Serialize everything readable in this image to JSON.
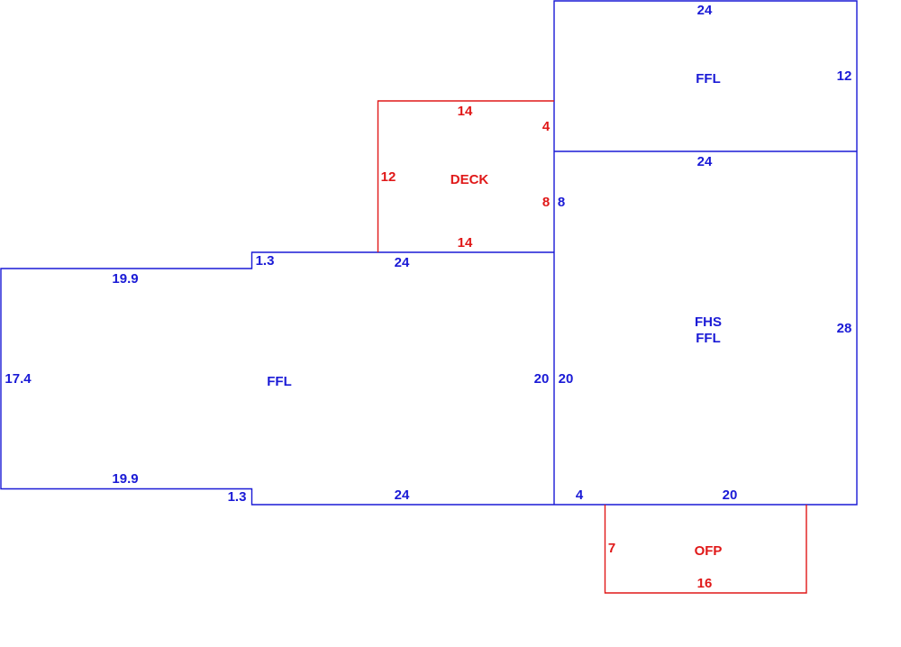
{
  "colors": {
    "living": "#1a1ad6",
    "exterior": "#e01818",
    "background": "#ffffff"
  },
  "labels": {
    "upper_ffl": "FFL",
    "deck": "DECK",
    "left_ffl": "FFL",
    "right_fhs": "FHS",
    "right_ffl": "FFL",
    "ofp": "OFP"
  },
  "dimensions": {
    "upper_top": "24",
    "upper_right": "12",
    "mid_top": "24",
    "deck_top": "14",
    "deck_right_upper": "4",
    "deck_left": "12",
    "deck_right": "8",
    "deck_bottom": "14",
    "right_left_upper": "8",
    "notch_top": "1.3",
    "left_top_span": "24",
    "left_top": "19.9",
    "left_side": "17.4",
    "left_right": "20",
    "right_left": "20",
    "right_side": "28",
    "left_bottom": "19.9",
    "notch_bottom": "1.3",
    "left_bottom_span": "24",
    "right_bottom_left": "4",
    "right_bottom": "20",
    "ofp_left": "7",
    "ofp_bottom": "16"
  }
}
